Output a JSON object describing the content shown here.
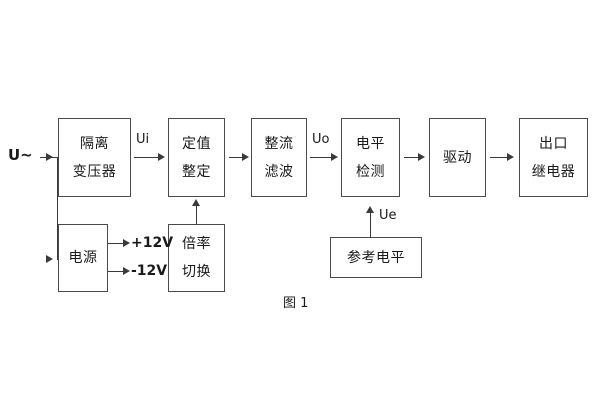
{
  "diagram": {
    "caption": "图 1",
    "source_label": "U~",
    "blocks": [
      {
        "id": "isolation-transformer",
        "lines": [
          "隔离",
          "变压器"
        ]
      },
      {
        "id": "setting-value",
        "lines": [
          "定值",
          "整定"
        ]
      },
      {
        "id": "rectify-filter",
        "lines": [
          "整流",
          "滤波"
        ]
      },
      {
        "id": "level-detection",
        "lines": [
          "电平",
          "检测"
        ]
      },
      {
        "id": "drive",
        "lines": [
          "驱动"
        ]
      },
      {
        "id": "output-relay",
        "lines": [
          "出口",
          "继电器"
        ]
      },
      {
        "id": "power-supply",
        "lines": [
          "电源"
        ]
      },
      {
        "id": "multiplier-switch",
        "lines": [
          "倍率",
          "切换"
        ]
      },
      {
        "id": "reference-level",
        "lines": [
          "参考电平"
        ]
      }
    ],
    "signals": {
      "ui": "Ui",
      "uo": "Uo",
      "ue": "Ue",
      "rail_positive": "+12V",
      "rail_negative": "-12V"
    }
  }
}
